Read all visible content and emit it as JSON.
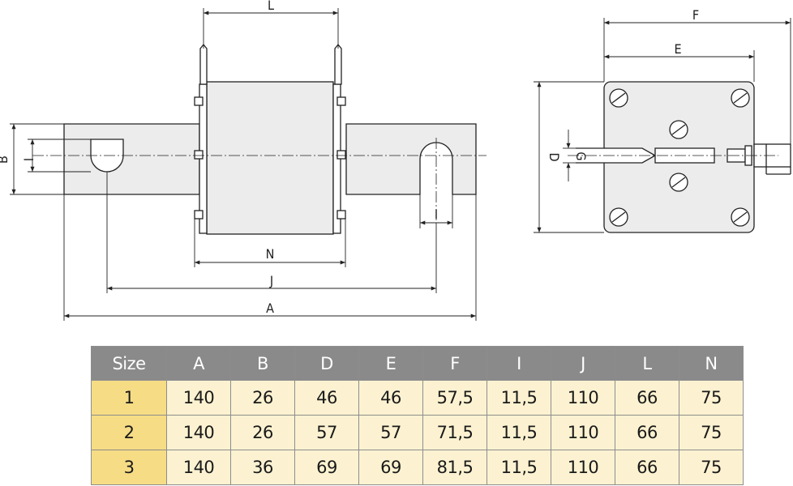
{
  "drawing": {
    "labels": {
      "L": "L",
      "B": "B",
      "I_left": "I",
      "I_right": "I",
      "N": "N",
      "J": "J",
      "A": "A",
      "F": "F",
      "E": "E",
      "D": "D",
      "G": "G"
    }
  },
  "table": {
    "headers": [
      "Size",
      "A",
      "B",
      "D",
      "E",
      "F",
      "I",
      "J",
      "L",
      "N"
    ],
    "rows": [
      [
        "1",
        "140",
        "26",
        "46",
        "46",
        "57,5",
        "11,5",
        "110",
        "66",
        "75"
      ],
      [
        "2",
        "140",
        "26",
        "57",
        "57",
        "71,5",
        "11,5",
        "110",
        "66",
        "75"
      ],
      [
        "3",
        "140",
        "36",
        "69",
        "69",
        "81,5",
        "11,5",
        "110",
        "66",
        "75"
      ]
    ]
  },
  "colors": {
    "header_bg": "#8a8a8a",
    "size_cell_bg": "#f6dc85",
    "cell_bg": "#fcf2d1",
    "body_fill": "#ececec"
  }
}
